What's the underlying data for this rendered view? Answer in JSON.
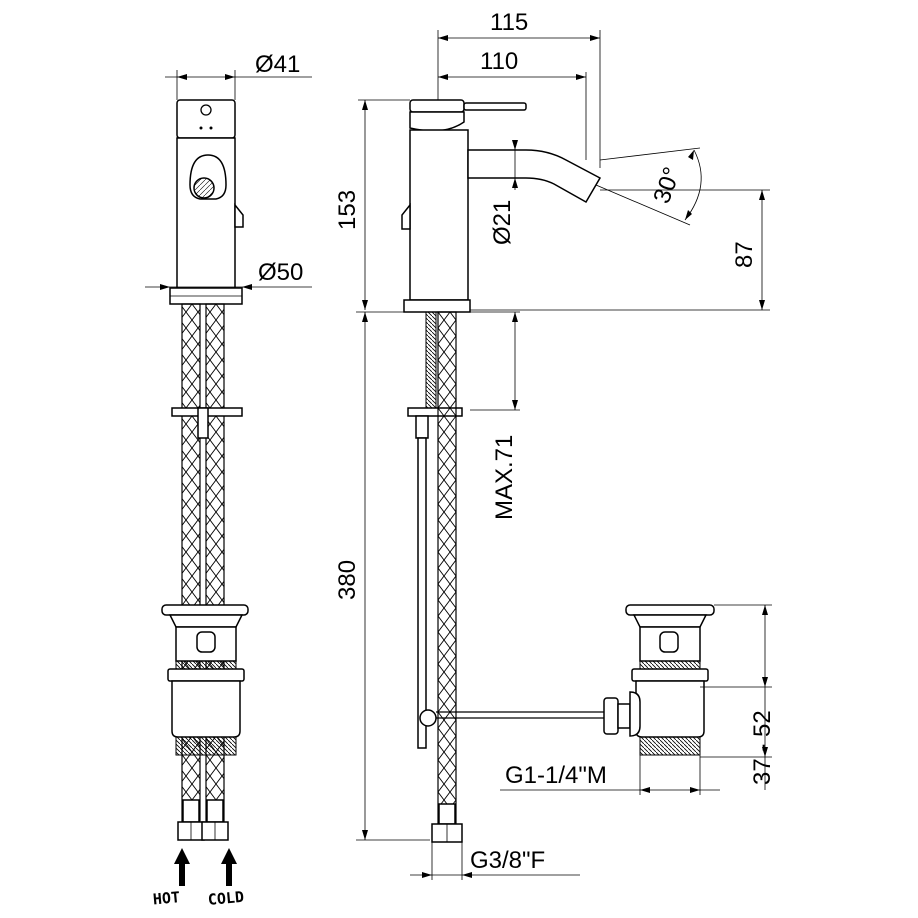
{
  "dimensions": {
    "d41": "Ø41",
    "d50": "Ø50",
    "w115": "115",
    "w110": "110",
    "h153": "153",
    "d21": "Ø21",
    "angle": "30°",
    "h87": "87",
    "max71": "MAX.71",
    "h380": "380",
    "range": "37 - 52",
    "waste_thread": "G1-1/4\"M",
    "hose_thread": "G3/8\"F"
  },
  "labels": {
    "hot": "HOT",
    "cold": "COLD"
  }
}
